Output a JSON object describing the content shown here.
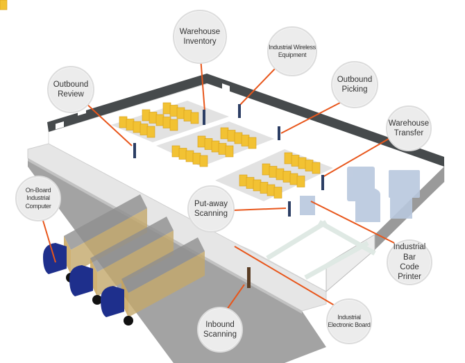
{
  "title": "Warehouse process diagram",
  "colors": {
    "leader_line": "#e8561b",
    "wall_dark": "#464a4c",
    "floor": "#ffffff",
    "zone": "#e2e2e2",
    "road": "#a3a3a3",
    "box": "#f2c233",
    "truck_cab": "#1e2f8c",
    "equipment": "#b9c8de",
    "bubble_fill": "#ececec",
    "bubble_border": "#dcdcdc"
  },
  "labels": {
    "warehouse_inventory": "Warehouse\nInventory",
    "industrial_wireless": "Industrial Wireless\nEquipment",
    "outbound_review": "Outbound\nReview",
    "outbound_picking": "Outbound\nPicking",
    "warehouse_transfer": "Warehouse\nTransfer",
    "onboard_computer": "On-Board Industrial\nComputer",
    "putaway_scanning": "Put-away\nScanning",
    "barcode_printer": "Industrial Bar\nCode Printer",
    "inbound_scanning": "Inbound\nScanning",
    "electronic_board": "Industrial\nElectronic Board"
  }
}
